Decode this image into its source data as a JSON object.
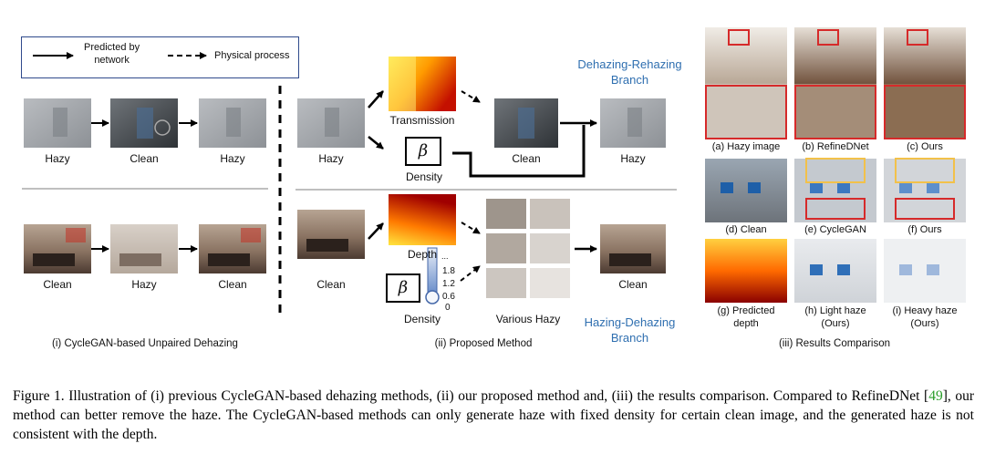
{
  "legend": {
    "predicted_line1": "Predicted by",
    "predicted_line2": "network",
    "physical": "Physical process"
  },
  "panel1": {
    "top_row": [
      "Hazy",
      "Clean",
      "Hazy"
    ],
    "bottom_row": [
      "Clean",
      "Hazy",
      "Clean"
    ],
    "title": "(i) CycleGAN-based Unpaired Dehazing"
  },
  "panel2": {
    "top": {
      "input": "Hazy",
      "transmission": "Transmission",
      "density": "Density",
      "beta": "β",
      "clean": "Clean",
      "output": "Hazy",
      "branch_line1": "Dehazing-Rehazing",
      "branch_line2": "Branch"
    },
    "bottom": {
      "input": "Clean",
      "depth": "Depth",
      "density": "Density",
      "beta": "β",
      "slider_ticks": [
        "...",
        "1.8",
        "1.2",
        "0.6",
        "0"
      ],
      "various": "Various Hazy",
      "output": "Clean",
      "branch_line1": "Hazing-Dehazing",
      "branch_line2": "Branch"
    },
    "title": "(ii) Proposed Method"
  },
  "panel3": {
    "row1": [
      "(a) Hazy image",
      "(b) RefineDNet",
      "(c) Ours"
    ],
    "row2": [
      "(d) Clean",
      "(e) CycleGAN",
      "(f) Ours"
    ],
    "row3": [
      {
        "line1": "(g) Predicted",
        "line2": "depth"
      },
      {
        "line1": "(h) Light haze",
        "line2": "(Ours)"
      },
      {
        "line1": "(i) Heavy haze",
        "line2": "(Ours)"
      }
    ],
    "title": "(iii) Results Comparison"
  },
  "caption": {
    "part1": "Figure 1.  Illustration of (i) previous CycleGAN-based dehazing methods, (ii) our proposed method and, (iii) the results comparison. Compared to RefineDNet [",
    "ref": "49",
    "part2": "], our method can better remove the haze. The CycleGAN-based methods can only generate haze with fixed density for certain clean image, and the generated haze is not consistent with the depth."
  },
  "colors": {
    "branch_blue": "#2f6fb0",
    "legend_border": "#2f4a8c",
    "highlight_red": "#d62a2a",
    "highlight_yellow": "#f2c14a",
    "reference_green": "#2a9d2a"
  }
}
